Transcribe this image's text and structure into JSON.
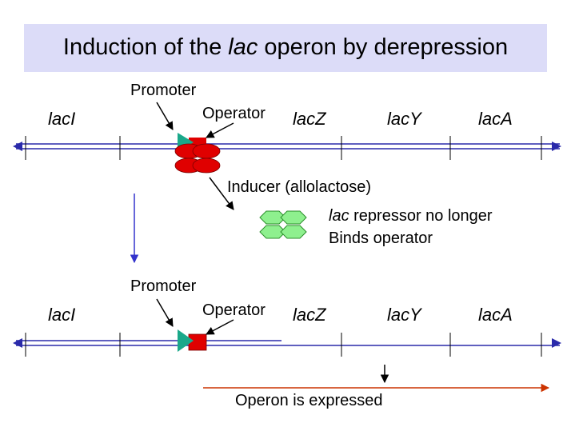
{
  "title": {
    "part1": "Induction of the ",
    "italic": "lac",
    "part2": " operon by derepression"
  },
  "top": {
    "promoter": "Promoter",
    "operator": "Operator",
    "genes": [
      "lacI",
      "lacZ",
      "lacY",
      "lacA"
    ]
  },
  "inducer": "Inducer (allolactose)",
  "repressor": {
    "italic": "lac",
    "line1": " repressor no longer",
    "line2": "Binds operator"
  },
  "bottom": {
    "promoter": "Promoter",
    "operator": "Operator",
    "genes": [
      "lacI",
      "lacZ",
      "lacY",
      "lacA"
    ],
    "expressed": "Operon is expressed"
  },
  "colors": {
    "title_bg": "#dcdcf8",
    "dna": "#2a2aaa",
    "promoter": "#1aa88a",
    "operator": "#e00000",
    "repressor_fill": "#8ef08e",
    "repressor_stroke": "#2c8f2c",
    "arrow": "#3333cc",
    "transcript": "#cc3300"
  }
}
